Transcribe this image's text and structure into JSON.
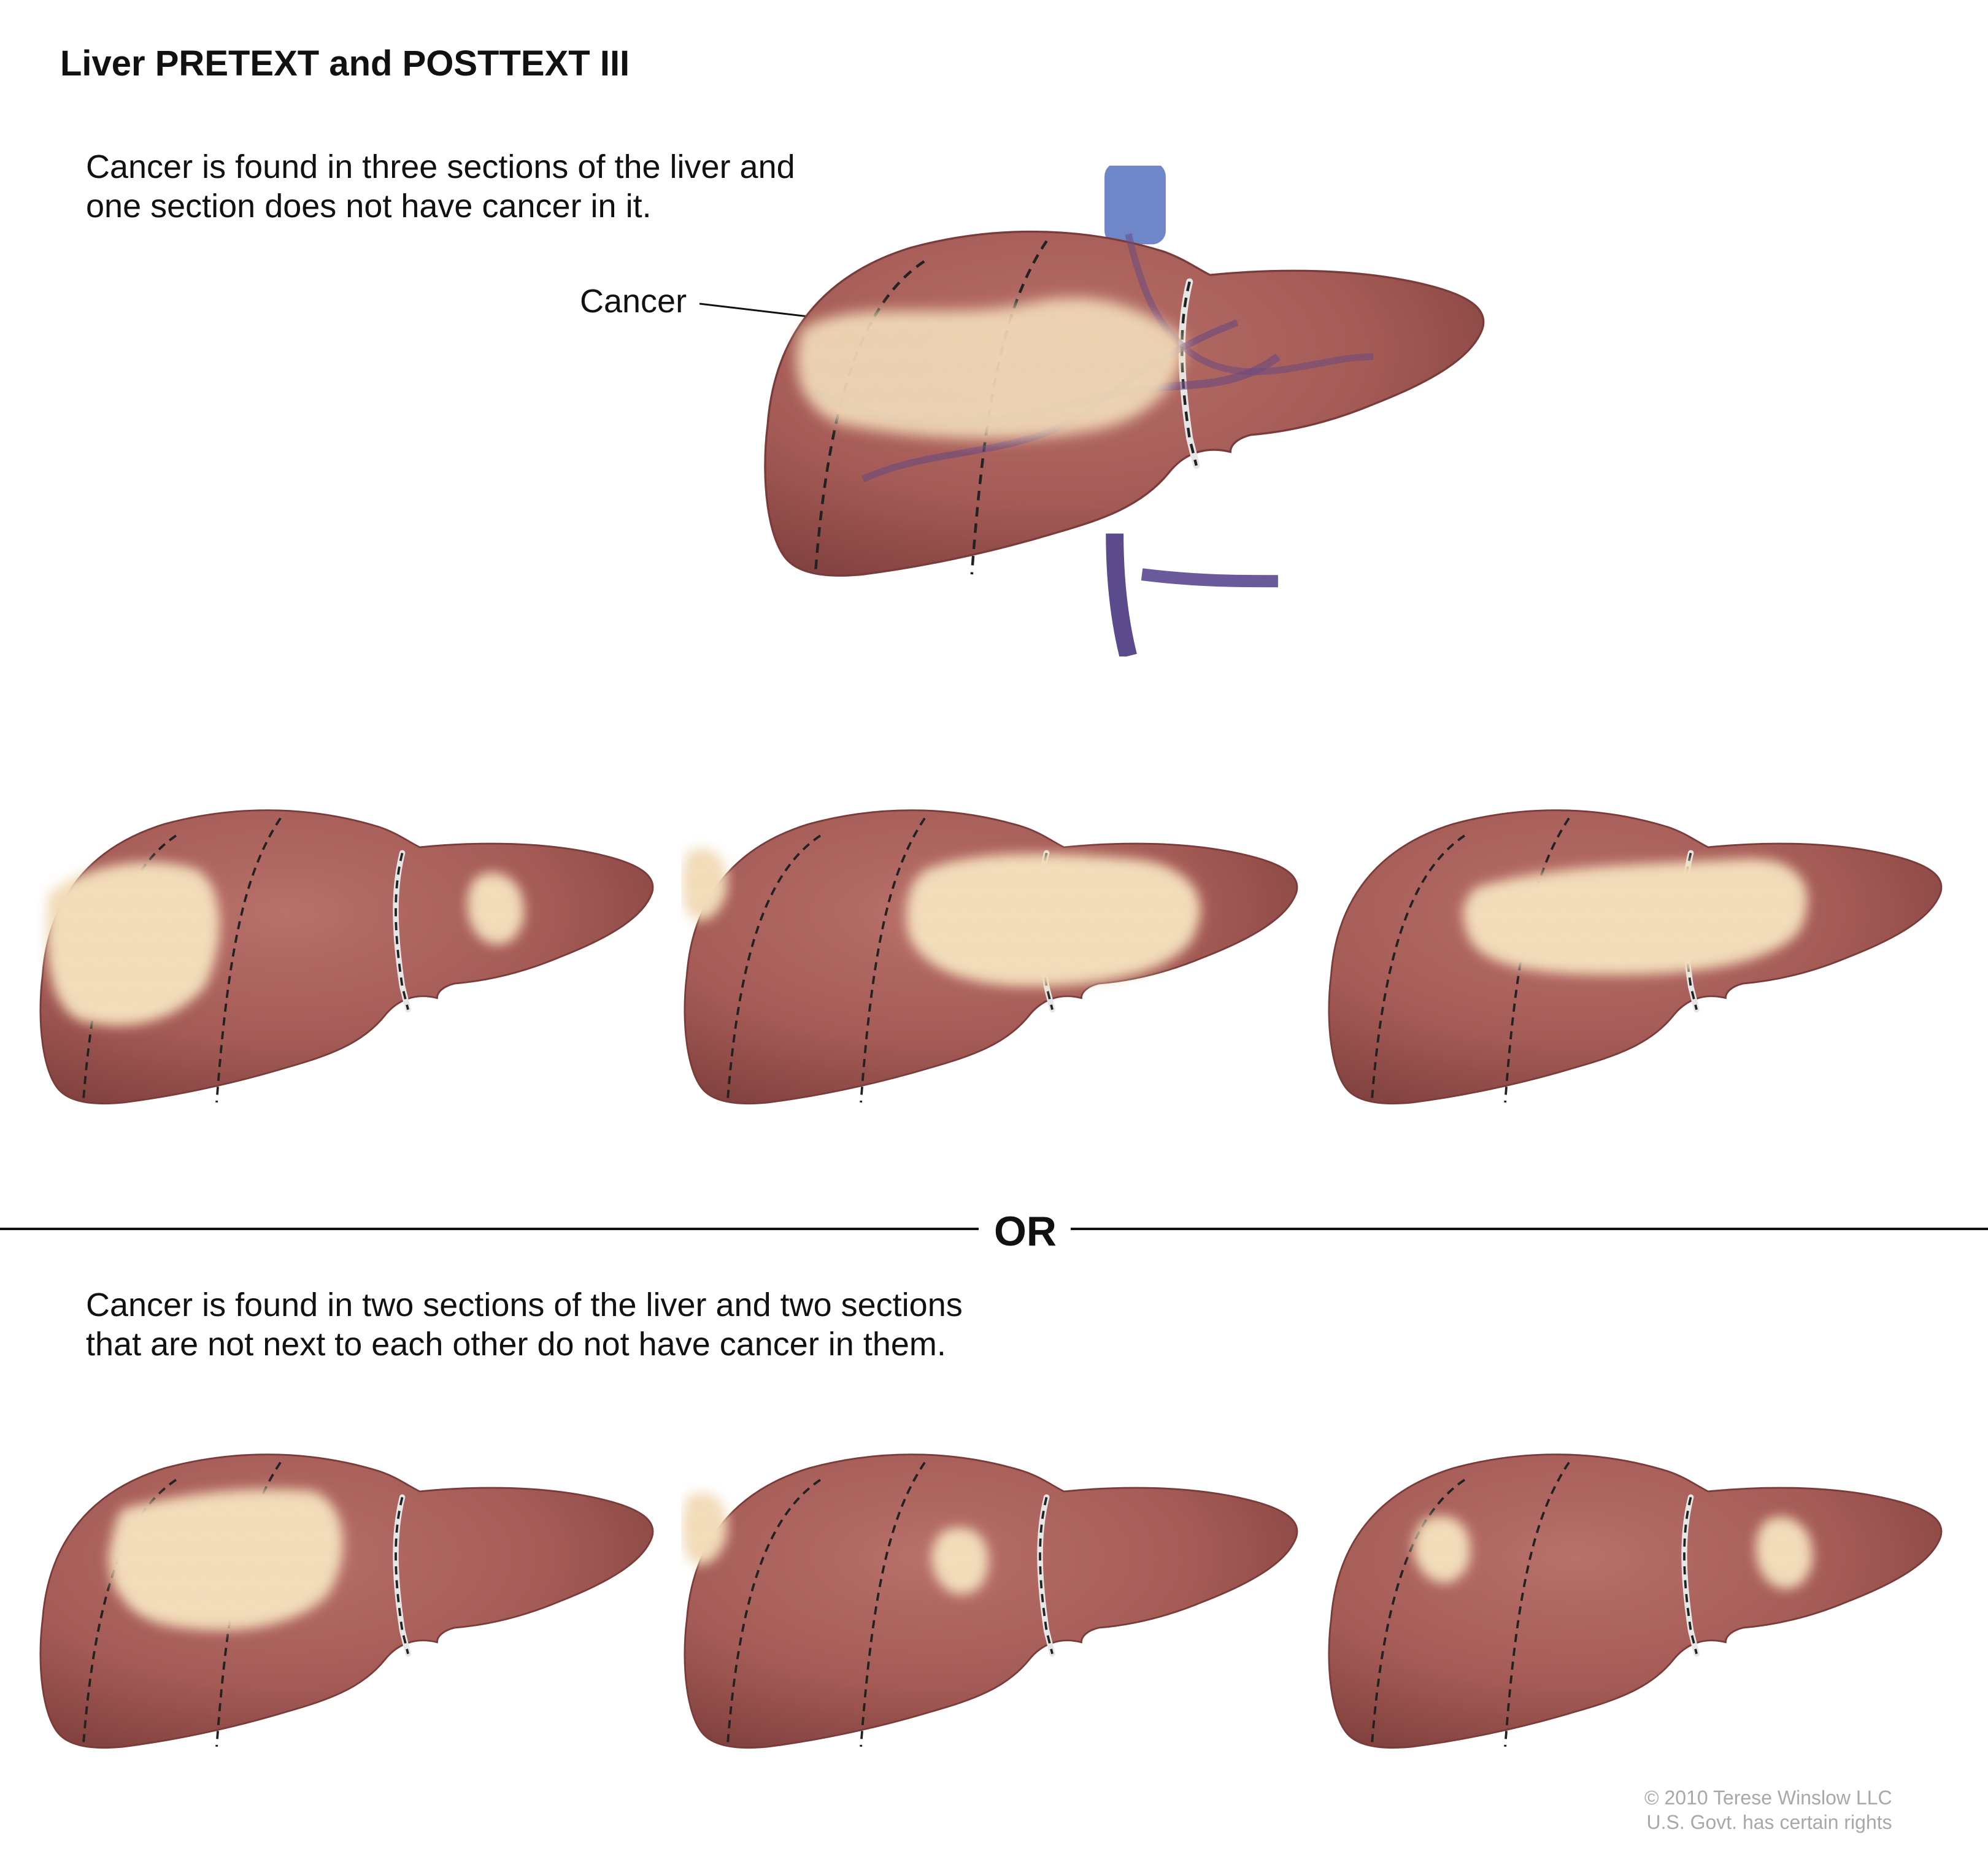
{
  "title": "Liver PRETEXT and POSTTEXT III",
  "description_top": [
    "Cancer is found in three sections of the liver and",
    "one section does not have cancer in it."
  ],
  "cancer_label": "Cancer",
  "separator_label": "OR",
  "description_bottom": [
    "Cancer is found in two sections of the liver and two sections",
    "that are not next to each other do not have cancer in them."
  ],
  "copyright": [
    "© 2010 Terese Winslow LLC",
    "U.S. Govt. has certain rights"
  ],
  "colors": {
    "liver": "#a45a55",
    "liver_dark": "#7e3f3d",
    "cancer": "#f1dcb8",
    "vessel": "#5b4a8c",
    "vena_cava": "#6f86c8"
  }
}
